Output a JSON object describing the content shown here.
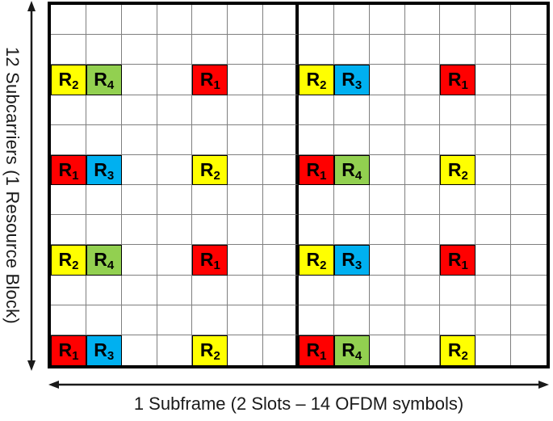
{
  "figure": {
    "y_axis_label": "12 Subcarriers (1 Resource Block)",
    "x_axis_label": "1 Subframe (2 Slots – 14 OFDM symbols)"
  },
  "grid": {
    "rows": 12,
    "cols": 14,
    "slots": 2,
    "slot_divider_after_col": 7,
    "gridline_color": "#7f7f7f",
    "border_color": "#000000",
    "ports": {
      "R1": {
        "base": "R",
        "sub": "1",
        "color": "#FF0000"
      },
      "R2": {
        "base": "R",
        "sub": "2",
        "color": "#FFFF00"
      },
      "R3": {
        "base": "R",
        "sub": "3",
        "color": "#00B0F0"
      },
      "R4": {
        "base": "R",
        "sub": "4",
        "color": "#92D050"
      }
    },
    "cells": [
      {
        "row": 2,
        "col": 0,
        "port": "R2"
      },
      {
        "row": 2,
        "col": 1,
        "port": "R4"
      },
      {
        "row": 2,
        "col": 4,
        "port": "R1"
      },
      {
        "row": 2,
        "col": 7,
        "port": "R2"
      },
      {
        "row": 2,
        "col": 8,
        "port": "R3"
      },
      {
        "row": 2,
        "col": 11,
        "port": "R1"
      },
      {
        "row": 5,
        "col": 0,
        "port": "R1"
      },
      {
        "row": 5,
        "col": 1,
        "port": "R3"
      },
      {
        "row": 5,
        "col": 4,
        "port": "R2"
      },
      {
        "row": 5,
        "col": 7,
        "port": "R1"
      },
      {
        "row": 5,
        "col": 8,
        "port": "R4"
      },
      {
        "row": 5,
        "col": 11,
        "port": "R2"
      },
      {
        "row": 8,
        "col": 0,
        "port": "R2"
      },
      {
        "row": 8,
        "col": 1,
        "port": "R4"
      },
      {
        "row": 8,
        "col": 4,
        "port": "R1"
      },
      {
        "row": 8,
        "col": 7,
        "port": "R2"
      },
      {
        "row": 8,
        "col": 8,
        "port": "R3"
      },
      {
        "row": 8,
        "col": 11,
        "port": "R1"
      },
      {
        "row": 11,
        "col": 0,
        "port": "R1"
      },
      {
        "row": 11,
        "col": 1,
        "port": "R3"
      },
      {
        "row": 11,
        "col": 4,
        "port": "R2"
      },
      {
        "row": 11,
        "col": 7,
        "port": "R1"
      },
      {
        "row": 11,
        "col": 8,
        "port": "R4"
      },
      {
        "row": 11,
        "col": 11,
        "port": "R2"
      }
    ]
  }
}
